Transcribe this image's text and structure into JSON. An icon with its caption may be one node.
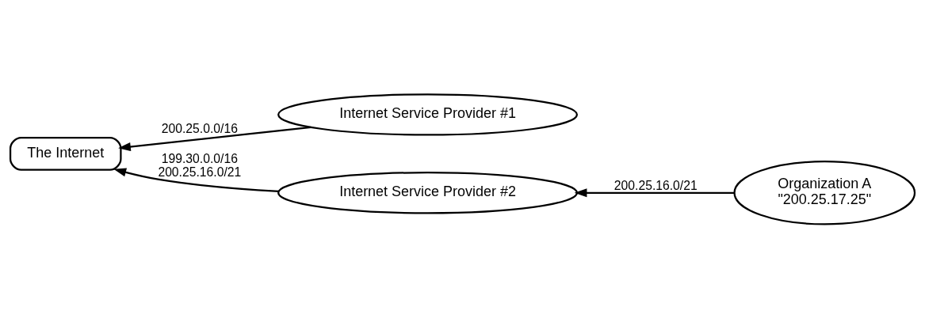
{
  "diagram": {
    "nodes": [
      {
        "text": [
          "The Internet"
        ]
      },
      {
        "text": [
          "Internet Service Provider #1"
        ]
      },
      {
        "text": [
          "Organization A",
          "\"200.25.17.25\""
        ]
      },
      {
        "text": [
          "Internet Service Provider #2"
        ]
      }
    ],
    "edges": [
      {
        "from": 1,
        "to": 0,
        "arrow": "to",
        "label": "200.25.0.0/16"
      },
      {
        "from": 2,
        "to": 3,
        "arrow": "to",
        "label": "200.25.16.0/21"
      },
      {
        "from": 3,
        "to": 0,
        "arrow": "to",
        "label": "199.30.0.0/16 200.25.16.0/21"
      }
    ]
  }
}
